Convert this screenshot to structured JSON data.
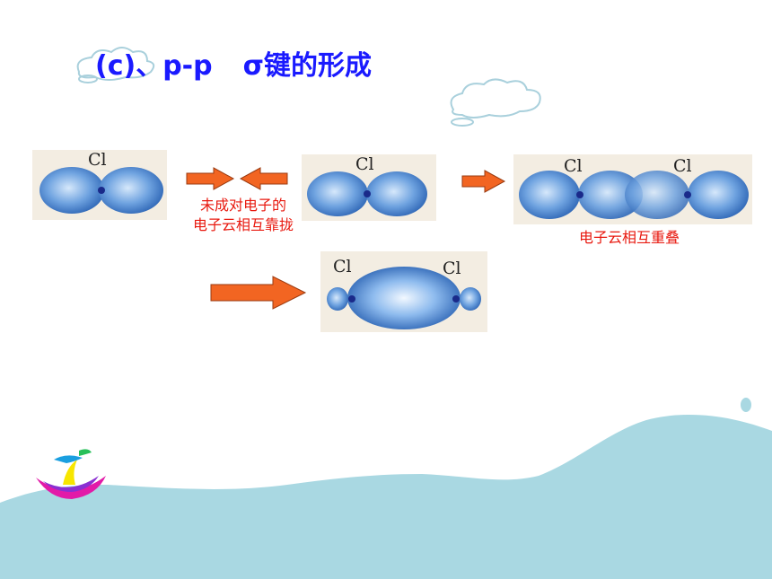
{
  "slide": {
    "title_prefix": "(c)、p-p",
    "title_suffix": "σ键的形成"
  },
  "diagram": {
    "atom_label": "Cl",
    "caption_approach_line1": "未成对电子的",
    "caption_approach_line2": "电子云相互靠拢",
    "caption_overlap": "电子云相互重叠"
  },
  "colors": {
    "title": "#1a1aff",
    "caption": "#e8190f",
    "arrow": "#f26522",
    "orbital": "#3d7fd1",
    "wave": "#a9d8e2"
  }
}
